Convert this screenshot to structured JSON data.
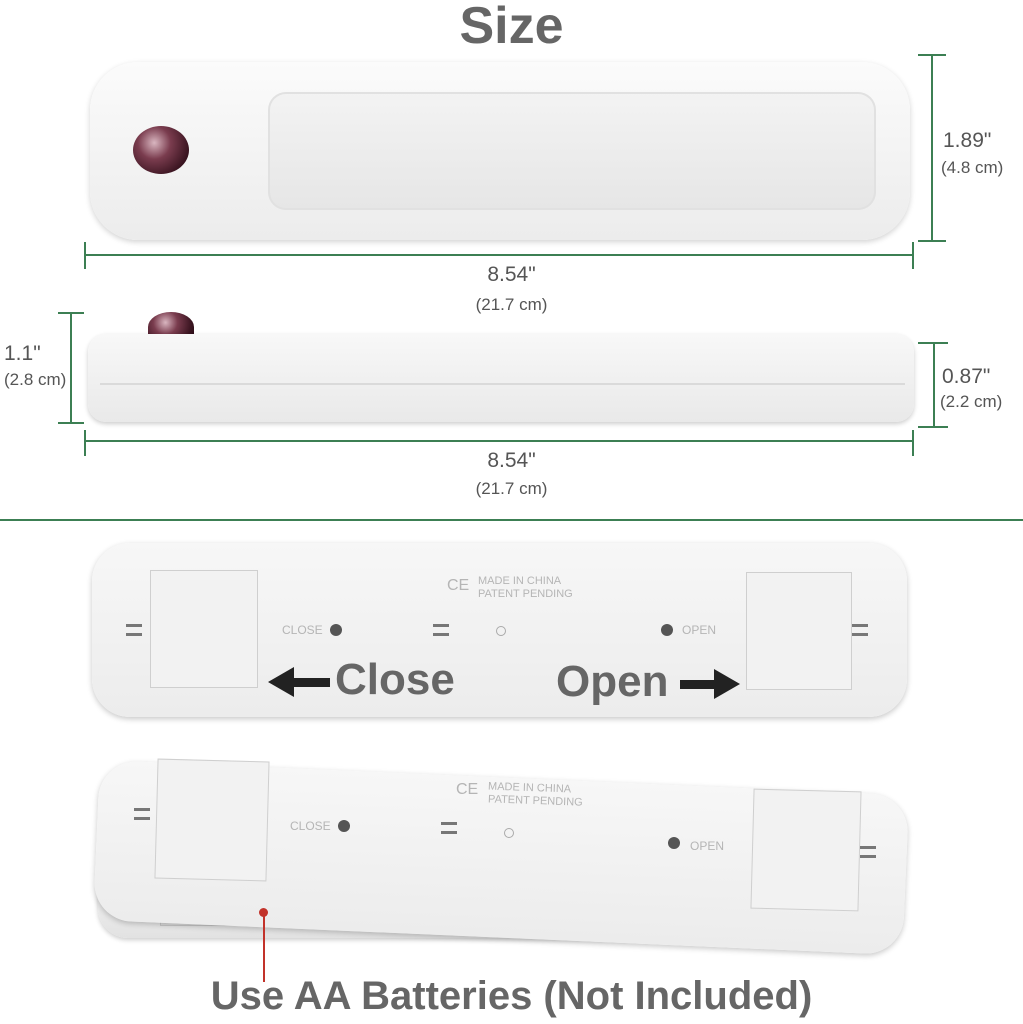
{
  "title": "Size",
  "dimensions": {
    "top_height_in": "1.89\"",
    "top_height_cm": "(4.8 cm)",
    "top_width_in": "8.54\"",
    "top_width_cm": "(21.7 cm)",
    "side_total_height_in": "1.1\"",
    "side_total_height_cm": "(2.8 cm)",
    "side_body_height_in": "0.87\"",
    "side_body_height_cm": "(2.2 cm)",
    "side_width_in": "8.54\"",
    "side_width_cm": "(21.7 cm)"
  },
  "back_panel": {
    "close_label": "Close",
    "open_label": "Open",
    "engraved_close": "CLOSE",
    "engraved_open": "OPEN",
    "engraved_made_in": "MADE IN CHINA",
    "engraved_patent": "PATENT PENDING",
    "ce_mark": "CE"
  },
  "footer": {
    "note": "Use AA Batteries (Not Included)"
  },
  "colors": {
    "dimension_line": "#3c7f53",
    "callout": "#c2322a",
    "heading_text": "#666666"
  }
}
